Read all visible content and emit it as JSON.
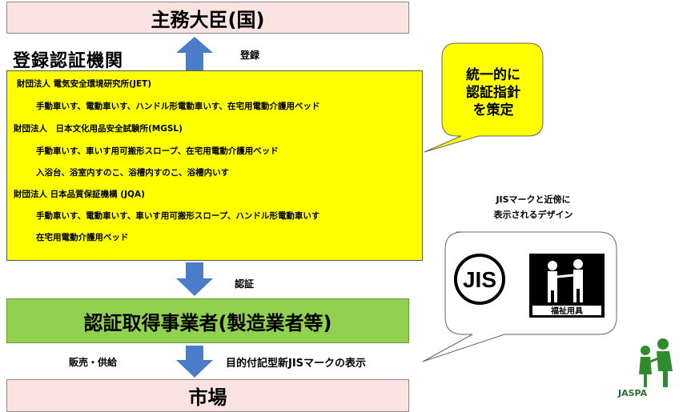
{
  "diagram": {
    "ministry": "主務大臣(国)",
    "registration_label": "登録",
    "org_heading": "登録認証機関",
    "orgs": [
      {
        "name": "財団法人 電気安全環境研究所(JET)",
        "products": [
          "手動車いす、電動車いす、ハンドル形電動車いす、在宅用電動介護用ベッド"
        ]
      },
      {
        "name": "財団法人　日本文化用品安全試験所(MGSL)",
        "products": [
          "手動車いす、車いす用可搬形スロープ、在宅用電動介護用ベッド",
          "入浴台、浴室内すのこ、浴槽内すのこ、浴槽内いす"
        ]
      },
      {
        "name": "財団法人 日本品質保証機構 (JQA)",
        "products": [
          "手動車いす、電動車いす、車いす用可搬形スロープ、ハンドル形電動車いす",
          "在宅用電動介護用ベッド"
        ]
      }
    ],
    "bubble_lines": [
      "統一的に",
      "認証指針",
      "を策定"
    ],
    "certification_label": "認証",
    "certified_business": "認証取得事業者(製造業者等)",
    "sales_label": "販売・供給",
    "mark_label": "目的付記型新JISマークの表示",
    "market": "市場",
    "jis_caption_lines": [
      "JISマークと近傍に",
      "表示されるデザイン"
    ],
    "jis_logo_text": "JIS",
    "welfare_text": "福祉用具",
    "jaspa_logo_text": "JASPA",
    "colors": {
      "pink": "#fbe3e1",
      "yellow": "#ffff00",
      "green": "#92d050",
      "arrow": "#4a7cc7"
    }
  }
}
